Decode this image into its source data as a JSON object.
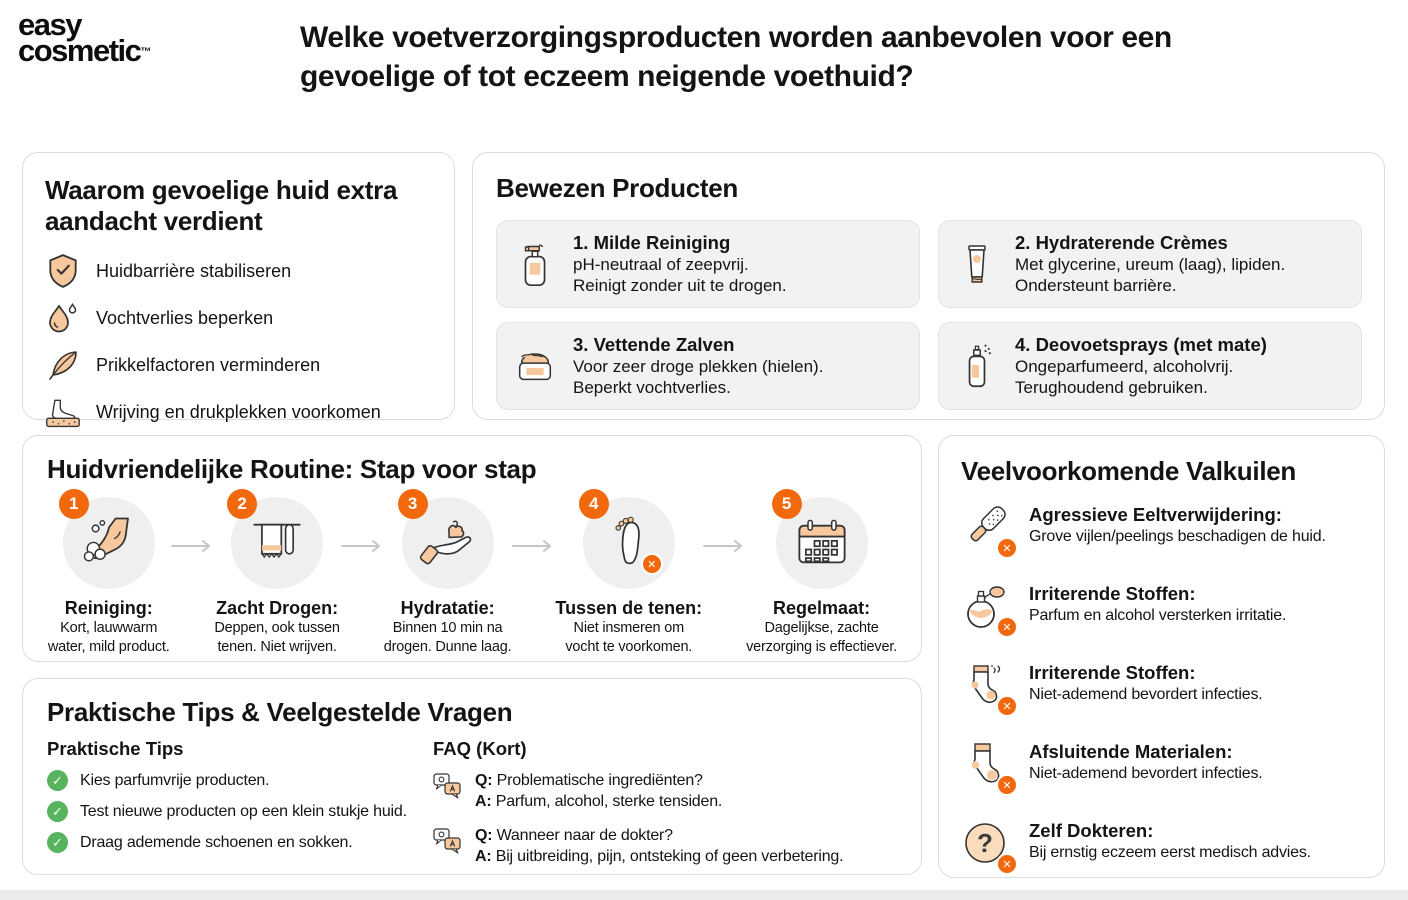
{
  "header": {
    "logo_line1": "easy",
    "logo_line2": "cosmetic",
    "logo_tm": "™",
    "title": "Welke voetverzorgingsproducten worden aanbevolen voor een gevoelige of tot eczeem neigende voethuid?"
  },
  "colors": {
    "accent_orange": "#f2690d",
    "peach_fill": "#f7c79d",
    "icon_circle_gray": "#efefef",
    "check_green": "#57b35d",
    "card_border": "#dcdcdc",
    "item_bg": "#f2f2f2"
  },
  "why": {
    "title": "Waarom gevoelige huid extra aandacht verdient",
    "items": [
      {
        "icon": "shield-check-icon",
        "label": "Huidbarrière stabiliseren"
      },
      {
        "icon": "droplet-icon",
        "label": "Vochtverlies beperken"
      },
      {
        "icon": "feather-icon",
        "label": "Prikkelfactoren verminderen"
      },
      {
        "icon": "foot-cushion-icon",
        "label": "Wrijving en drukplekken voorkomen"
      }
    ]
  },
  "products": {
    "title": "Bewezen Producten",
    "items": [
      {
        "icon": "pump-bottle-icon",
        "title": "1. Milde Reiniging",
        "line1": "pH-neutraal of zeepvrij.",
        "line2": "Reinigt zonder uit te drogen."
      },
      {
        "icon": "cream-tube-icon",
        "title": "2. Hydraterende Crèmes",
        "line1": "Met glycerine, ureum (laag), lipiden.",
        "line2": "Ondersteunt barrière."
      },
      {
        "icon": "cream-jar-icon",
        "title": "3. Vettende Zalven",
        "line1": "Voor zeer droge plekken (hielen).",
        "line2": "Beperkt vochtverlies."
      },
      {
        "icon": "spray-can-icon",
        "title": "4. Deovoetsprays (met mate)",
        "line1": "Ongeparfumeerd, alcoholvrij.",
        "line2": "Terughoudend gebruiken."
      }
    ]
  },
  "routine": {
    "title": "Huidvriendelijke Routine: Stap voor stap",
    "steps": [
      {
        "number": "1",
        "icon": "foot-wash-icon",
        "title": "Reiniging:",
        "desc1": "Kort, lauwwarm",
        "desc2": "water, mild product."
      },
      {
        "number": "2",
        "icon": "towel-icon",
        "title": "Zacht Drogen:",
        "desc1": "Deppen, ook tussen",
        "desc2": "tenen. Niet wrijven."
      },
      {
        "number": "3",
        "icon": "hand-cream-icon",
        "title": "Hydratatie:",
        "desc1": "Binnen 10 min na",
        "desc2": "drogen. Dunne laag."
      },
      {
        "number": "4",
        "icon": "foot-toes-x-icon",
        "title": "Tussen de tenen:",
        "desc1": "Niet insmeren om",
        "desc2": "vocht te voorkomen."
      },
      {
        "number": "5",
        "icon": "calendar-icon",
        "title": "Regelmaat:",
        "desc1": "Dagelijkse, zachte",
        "desc2": "verzorging is effectiever."
      }
    ]
  },
  "pitfalls": {
    "title": "Veelvoorkomende Valkuilen",
    "items": [
      {
        "icon": "foot-file-x-icon",
        "title": "Agressieve Eeltverwijdering:",
        "desc": "Grove vijlen/peelings beschadigen de huid."
      },
      {
        "icon": "perfume-x-icon",
        "title": "Irriterende Stoffen:",
        "desc": "Parfum en alcohol versterken irritatie."
      },
      {
        "icon": "sock-spray-x-icon",
        "title": "Irriterende Stoffen:",
        "desc": "Niet-ademend bevordert infecties."
      },
      {
        "icon": "sock-x-icon",
        "title": "Afsluitende Materialen:",
        "desc": "Niet-ademend bevordert infecties."
      },
      {
        "icon": "question-x-icon",
        "title": "Zelf Dokteren:",
        "desc": "Bij ernstig eczeem eerst medisch advies."
      }
    ]
  },
  "tips_faq": {
    "title": "Praktische Tips & Veelgestelde Vragen",
    "tips_heading": "Praktische Tips",
    "tips": [
      "Kies parfumvrije producten.",
      "Test nieuwe producten op een klein stukje huid.",
      "Draag ademende schoenen en sokken."
    ],
    "faq_heading": "FAQ (Kort)",
    "faq": [
      {
        "q_label": "Q:",
        "q": "Problematische ingrediënten?",
        "a_label": "A:",
        "a": "Parfum, alcohol, sterke tensiden."
      },
      {
        "q_label": "Q:",
        "q": "Wanneer naar de dokter?",
        "a_label": "A:",
        "a": "Bij uitbreiding, pijn, ontsteking of geen verbetering."
      }
    ]
  }
}
